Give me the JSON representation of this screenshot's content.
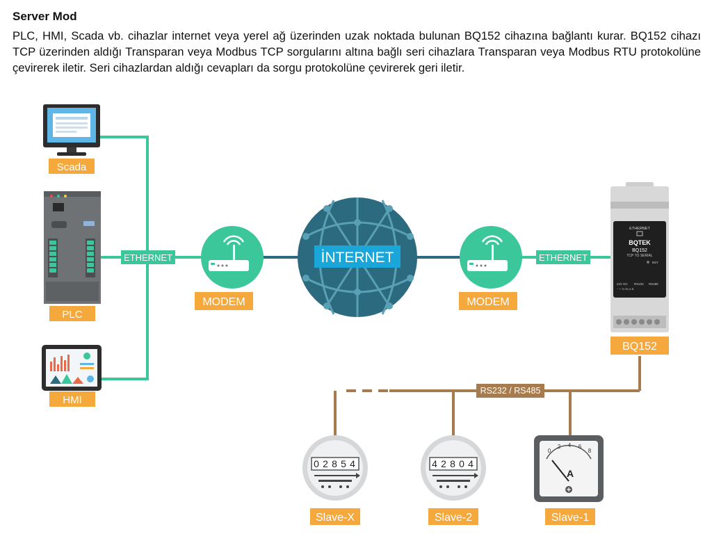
{
  "heading": {
    "title": "Server Mod",
    "description": "PLC, HMI, Scada vb. cihazlar internet veya yerel ağ üzerinden uzak noktada bulunan BQ152 cihazına bağlantı kurar. BQ152 cihazı TCP üzerinden aldığı Transparan veya Modbus TCP sorgularını altına bağlı seri cihazlara Transparan veya Modbus RTU protokolüne çevirerek iletir. Seri cihazlardan aldığı cevapları da sorgu protokolüne çevirerek geri iletir."
  },
  "devices": {
    "scada": "Scada",
    "plc": "PLC",
    "hmi": "HMI",
    "modem_left": "MODEM",
    "modem_right": "MODEM",
    "internet": "İNTERNET",
    "bq152": "BQ152"
  },
  "links": {
    "ethernet_left": "ETHERNET",
    "ethernet_right": "ETHERNET",
    "serial_bus": "RS232 / RS485"
  },
  "bq152_panel": {
    "ethernet": "ETHERNET",
    "brand": "BQTEK",
    "model": "BQ152",
    "subtitle": "TCP TO SERIAL",
    "status": "BSY",
    "power": "24V DC",
    "rs232": "RS232",
    "rs485": "RS485",
    "pins": "~  +  Tx  Rx  A  B"
  },
  "slaves": {
    "slave_x": {
      "label": "Slave-X",
      "reading": [
        "0",
        "2",
        "8",
        "5",
        "4"
      ]
    },
    "slave_2": {
      "label": "Slave-2",
      "reading": [
        "4",
        "2",
        "8",
        "0",
        "4"
      ]
    },
    "slave_1": {
      "label": "Slave-1",
      "scale": [
        "0",
        "2",
        "4",
        "6",
        "8"
      ],
      "unit": "A"
    }
  },
  "colors": {
    "ethernet_line": "#3cc79a",
    "serial_line": "#a87b4f",
    "label_bg": "#f5a83c",
    "modem_circle": "#3cc79a",
    "internet_globe": "#2c6a80",
    "internet_label_bg": "#1aa6d9"
  }
}
